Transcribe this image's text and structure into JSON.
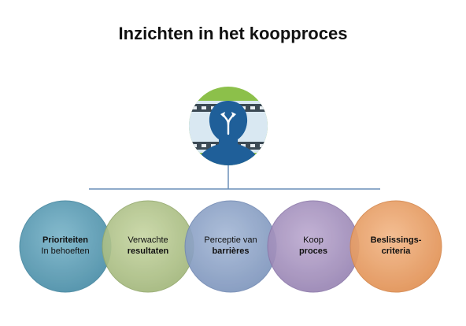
{
  "title": "Inzichten in het koopproces",
  "colors": {
    "connector": "#6a8fb8",
    "icon_ring": "#8cc04a",
    "icon_head": "#1f5f99",
    "circle1": "#5fa0b8",
    "circle2": "#b3c68a",
    "circle3": "#8ea5c9",
    "circle4": "#a894c0",
    "circle5": "#eda46b"
  },
  "icon": {
    "name": "person-split-arrow-icon"
  },
  "circles": [
    {
      "line1": "Prioriteiten",
      "line2": "In behoeften"
    },
    {
      "line1": "Verwachte",
      "line2": "resultaten"
    },
    {
      "line1": "Perceptie van",
      "line2": "barrières"
    },
    {
      "line1": "Koop",
      "line2": "proces"
    },
    {
      "line1": "Beslissings-",
      "line2": "criteria"
    }
  ]
}
